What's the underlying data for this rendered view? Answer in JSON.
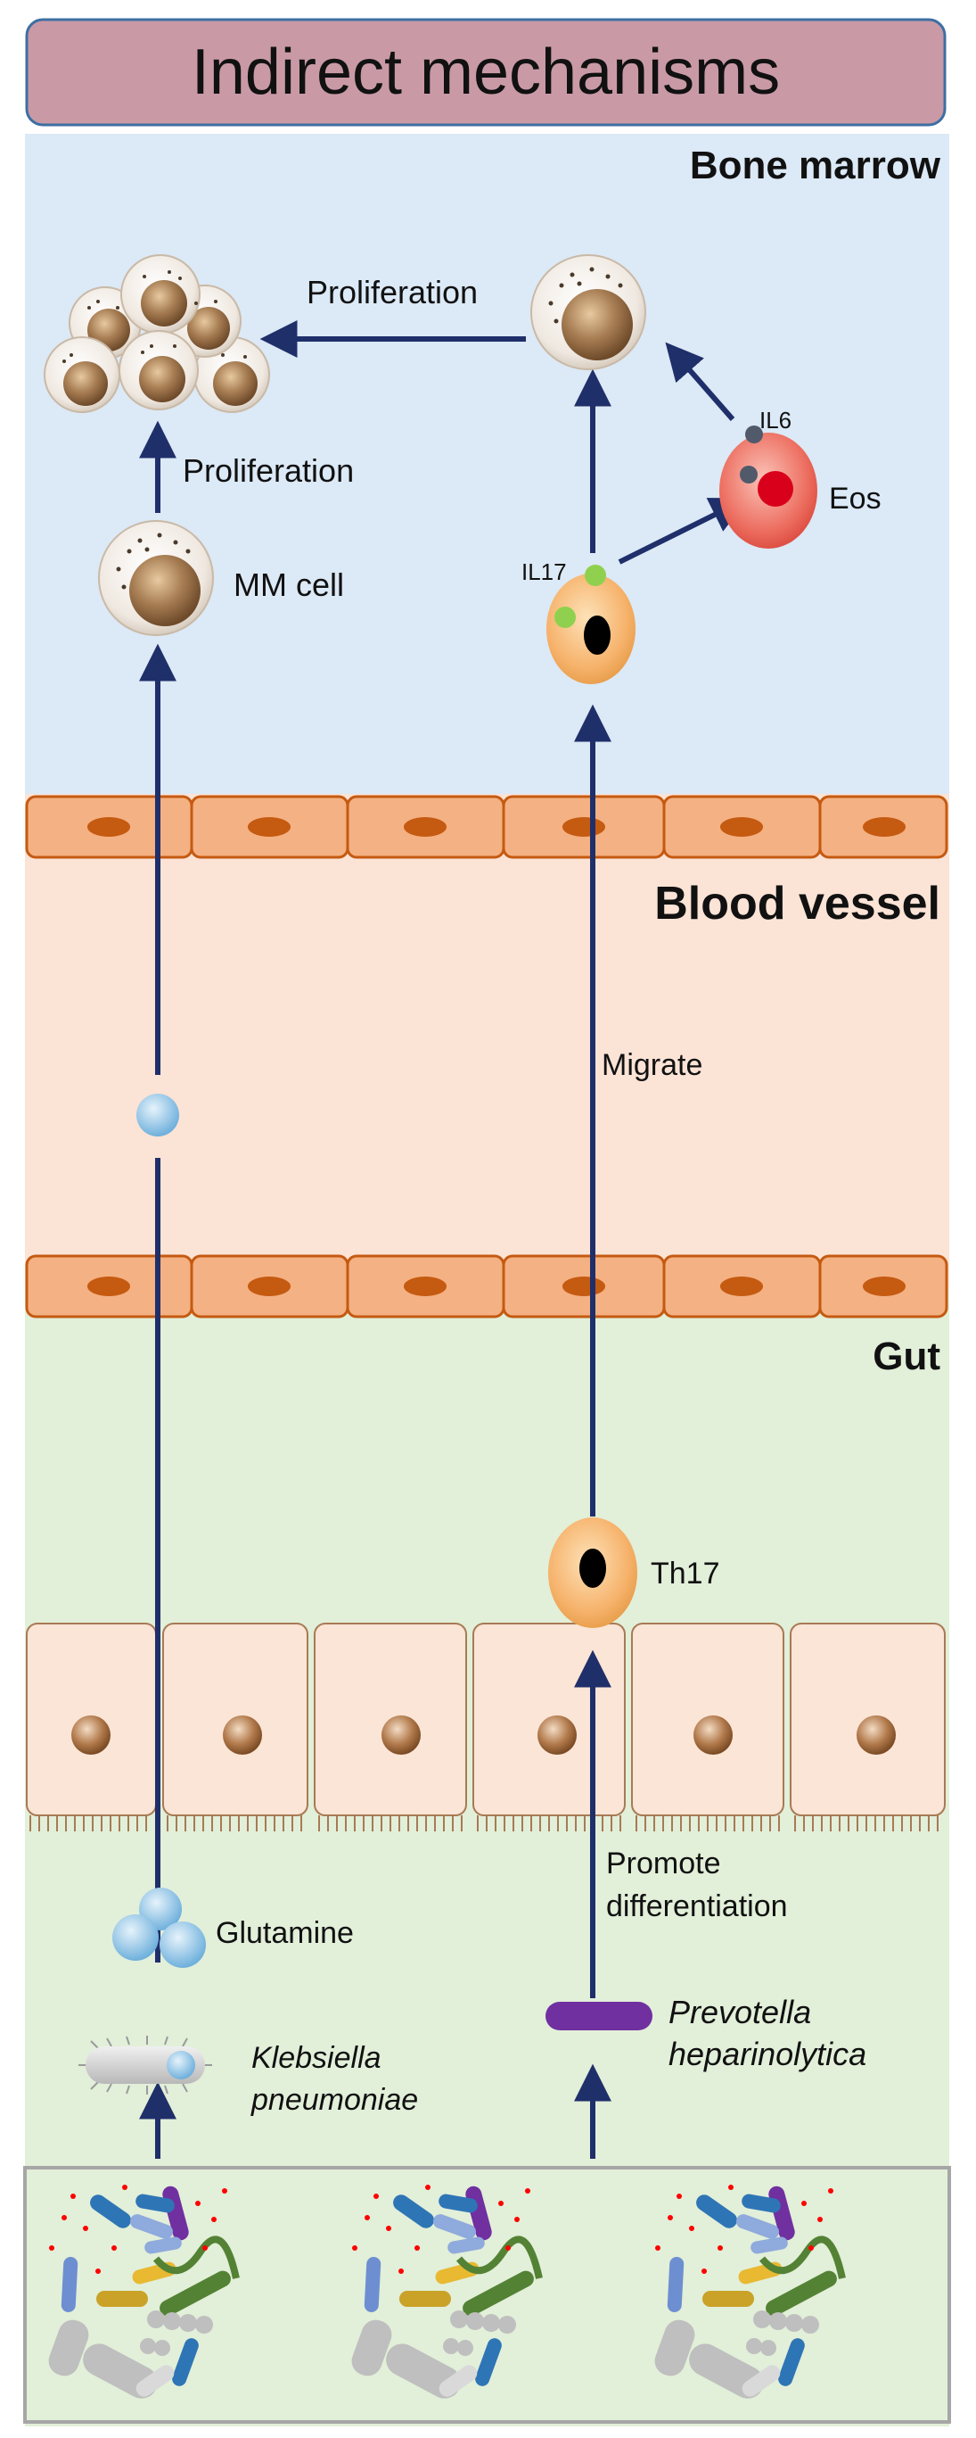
{
  "title": "Indirect mechanisms",
  "regions": {
    "bone_marrow": "Bone marrow",
    "blood_vessel": "Blood vessel",
    "gut": "Gut"
  },
  "labels": {
    "proliferation_top": "Proliferation",
    "proliferation_left": "Proliferation",
    "mm_cell": "MM cell",
    "il6": "IL6",
    "eos": "Eos",
    "il17": "IL17",
    "migrate": "Migrate",
    "th17": "Th17",
    "promote_line1": "Promote",
    "promote_line2": "differentiation",
    "glutamine": "Glutamine",
    "klebsiella_line1": "Klebsiella",
    "klebsiella_line2": "pneumoniae",
    "prevotella_line1": "Prevotella",
    "prevotella_line2": "heparinolytica"
  },
  "colors": {
    "title_fill": "#c99aa6",
    "title_border": "#3d6fa3",
    "bone_marrow_bg": "#dce9f6",
    "blood_vessel_bg": "#fbe3d6",
    "gut_bg": "#e2efd9",
    "endothelium": "#f4b183",
    "endothelium_nucleus": "#c55a11",
    "epithelium": "#fbe5d6",
    "arrow": "#1f2f6a",
    "mm_cell": "#f2ede8",
    "mm_nucleus": "#a67c52",
    "t_cell": "#f6b26b",
    "eos": "#e8544a",
    "il17_dot": "#8fd14f",
    "il6_dot": "#505a6b",
    "glutamine": "#9ecae1",
    "prevotella": "#7030a0"
  }
}
